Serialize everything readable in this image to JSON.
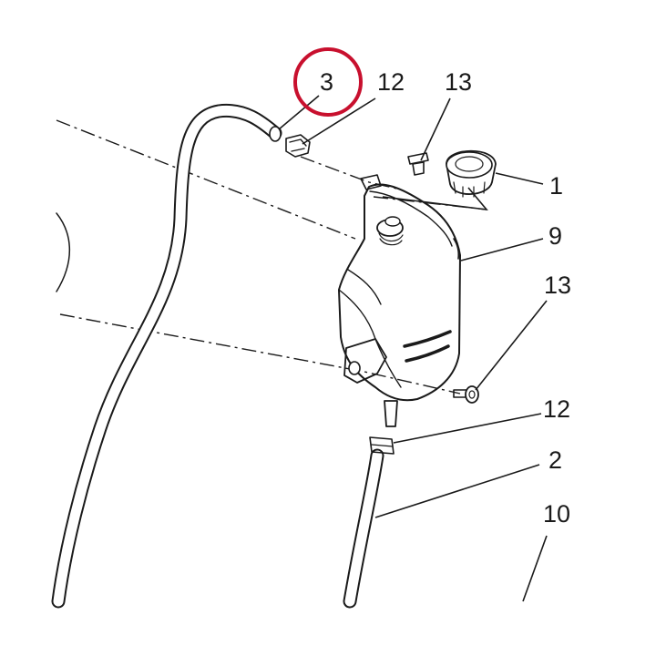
{
  "diagram": {
    "highlight_color": "#c8102e",
    "line_color": "#1a1a1a",
    "background": "#ffffff",
    "callouts": [
      {
        "id": "cap",
        "label": "1"
      },
      {
        "id": "lower-hose",
        "label": "2"
      },
      {
        "id": "upper-hose",
        "label": "3",
        "highlighted": true
      },
      {
        "id": "tank",
        "label": "9"
      },
      {
        "id": "frame",
        "label": "10"
      },
      {
        "id": "clamp-top",
        "label": "12"
      },
      {
        "id": "clamp-bottom",
        "label": "12"
      },
      {
        "id": "screw-top",
        "label": "13"
      },
      {
        "id": "screw-bottom",
        "label": "13"
      }
    ]
  }
}
